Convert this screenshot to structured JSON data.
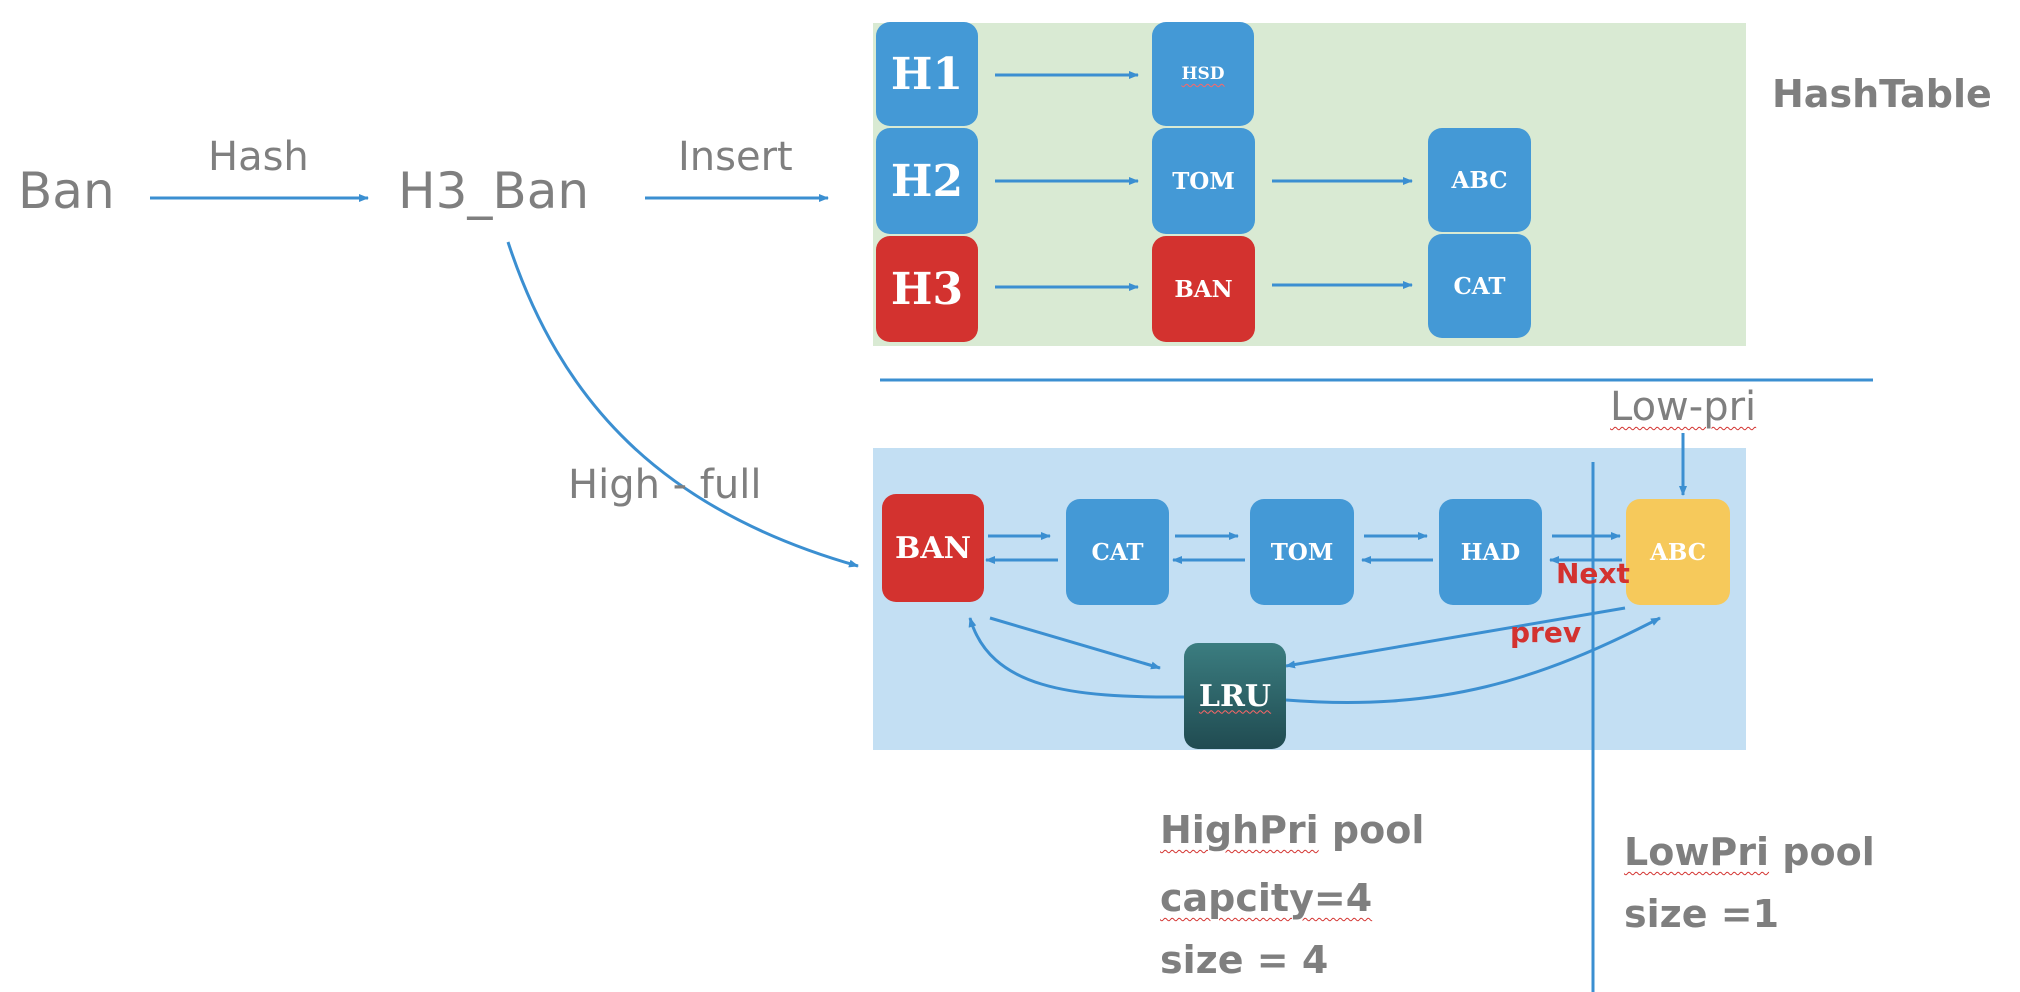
{
  "diagram": {
    "input": {
      "key": "Ban",
      "hash_label": "Hash",
      "hashed_key": "H3_Ban",
      "insert_label": "Insert",
      "high_full_label": "High - full"
    },
    "hash_table": {
      "title": "HashTable",
      "rows": [
        {
          "bucket": "H1",
          "entries": [
            "HSD"
          ]
        },
        {
          "bucket": "H2",
          "entries": [
            "TOM",
            "ABC"
          ]
        },
        {
          "bucket": "H3",
          "entries": [
            "BAN",
            "CAT"
          ]
        }
      ]
    },
    "lru": {
      "label": "LRU",
      "list": [
        "BAN",
        "CAT",
        "TOM",
        "HAD",
        "ABC"
      ],
      "next_label": "Next",
      "prev_label": "prev",
      "low_pri_label": "Low-pri"
    },
    "pools": {
      "high": {
        "name": "HighPri",
        "suffix": " pool",
        "capacity": "capcity=4",
        "size": "size = 4"
      },
      "low": {
        "name": "LowPri",
        "suffix": " pool",
        "size": "size =1"
      }
    },
    "colors": {
      "node": "#4499d6",
      "highlight": "#d3322f",
      "low_pri": "#f6c95b",
      "lru": "#2b5f64",
      "line": "#3b8fd1",
      "hash_bg": "#d9ead3",
      "lru_bg": "#c3dff3",
      "text": "#7f7f7f"
    }
  }
}
